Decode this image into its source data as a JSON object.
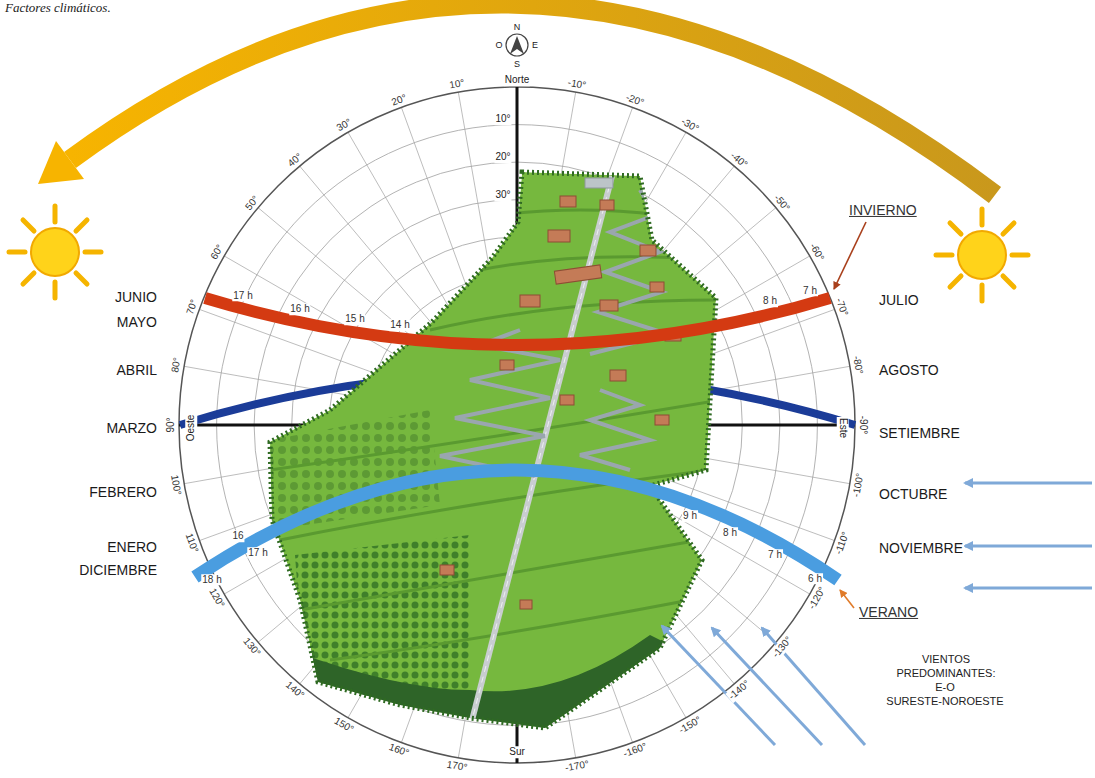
{
  "diagram": {
    "title": "Factores climáticos.",
    "labels": [
      "N",
      "O",
      "E",
      "S",
      "Norte",
      "Sur",
      "Oeste",
      "Este",
      "10°",
      "20°",
      "30°",
      "40°",
      "50°",
      "60°",
      "70°",
      "80°",
      "90°",
      "100°",
      "110°",
      "120°",
      "130°",
      "140°",
      "150°",
      "160°",
      "170°",
      "-10°",
      "-20°",
      "-30°",
      "-40°",
      "-50°",
      "-60°",
      "-70°",
      "-80°",
      "-90°",
      "-100°",
      "-110°",
      "-120°",
      "-130°",
      "-140°",
      "-150°",
      "-160°",
      "-170°",
      "10°",
      "20°",
      "30°",
      "JUNIO",
      "MAYO",
      "ABRIL",
      "MARZO",
      "FEBRERO",
      "ENERO",
      "DICIEMBRE",
      "JULIO",
      "AGOSTO",
      "SETIEMBRE",
      "OCTUBRE",
      "NOVIEMBRE",
      "INVIERNO",
      "VERANO",
      "17 h",
      "16 h",
      "15 h",
      "14 h",
      "8 h",
      "7 h",
      "18 h",
      "17 h",
      "16",
      "9 h",
      "8 h",
      "7 h",
      "6 h",
      "VIENTOS PREDOMINANTES:",
      "E-O",
      "SURESTE-NOROESTE"
    ]
  }
}
